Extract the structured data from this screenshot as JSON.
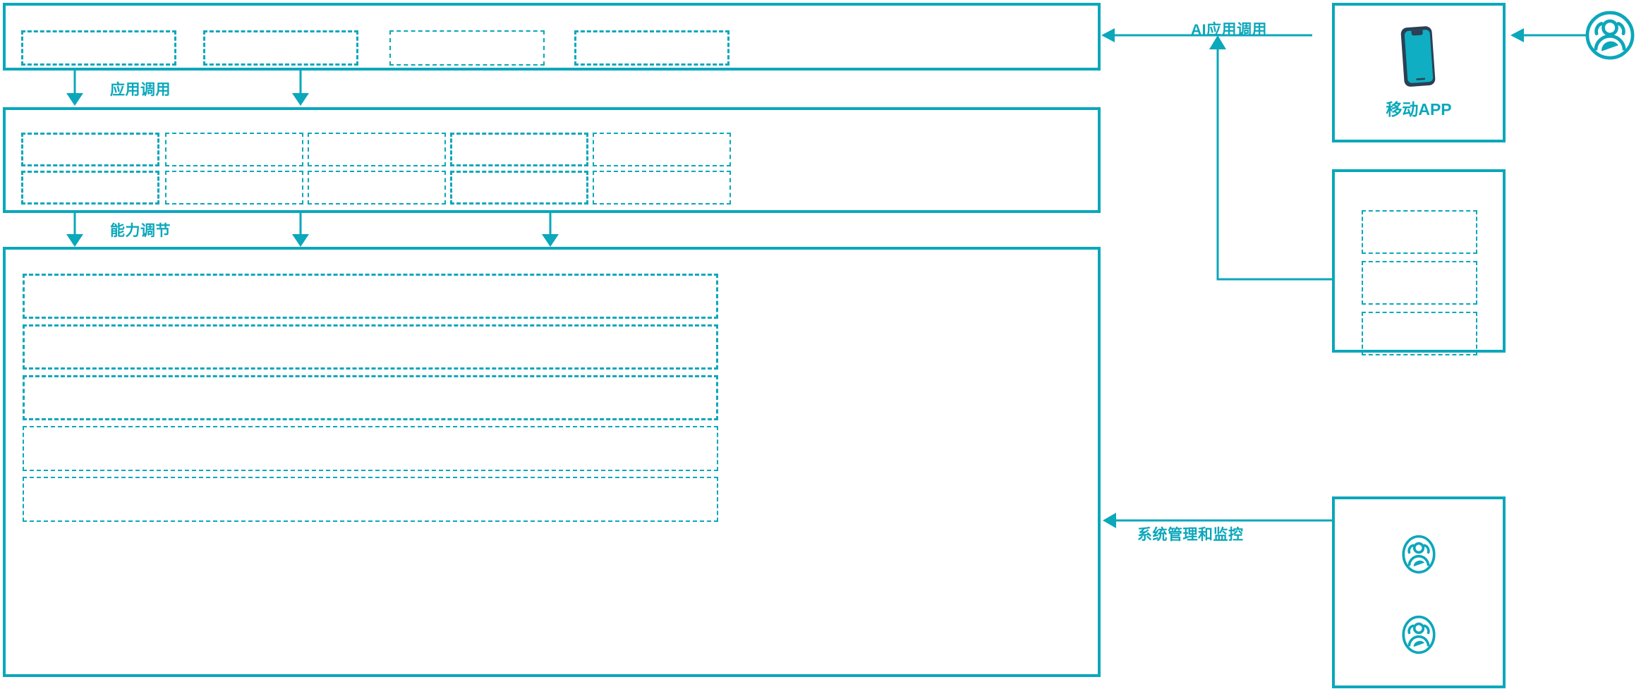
{
  "theme": {
    "accent": "#0BA7BB",
    "phone_body": "#2B4055",
    "phone_screen": "#0FAEC2",
    "background": "#FFFFFF"
  },
  "diagram": {
    "type": "architecture-layer-diagram",
    "layers": [
      {
        "id": "application-layer",
        "name": "application-layer",
        "slots": 4,
        "slot_labels": [
          "",
          "",
          "",
          ""
        ],
        "layout": "row"
      },
      {
        "id": "capability-layer",
        "name": "capability-layer",
        "columns": 5,
        "rows": 2,
        "slot_labels": [
          "",
          "",
          "",
          "",
          "",
          "",
          "",
          "",
          "",
          ""
        ],
        "layout": "grid"
      },
      {
        "id": "infrastructure-layer",
        "name": "infrastructure-layer",
        "rows": 5,
        "slot_labels": [
          "",
          "",
          "",
          "",
          ""
        ],
        "layout": "stack"
      }
    ],
    "connectors": [
      {
        "id": "app-invoke",
        "label": "应用调用",
        "direction": "down",
        "arrow_count": 2
      },
      {
        "id": "capability-tune",
        "label": "能力调节",
        "direction": "down",
        "arrow_count": 3
      },
      {
        "id": "ai-app-invoke",
        "label": "AI应用调用",
        "direction": "left",
        "arrow_count": 1
      },
      {
        "id": "sys-admin-mon",
        "label": "系统管理和监控",
        "direction": "left",
        "arrow_count": 1
      },
      {
        "id": "user-to-app",
        "label": "",
        "direction": "left",
        "arrow_count": 1
      },
      {
        "id": "channel-uplink",
        "label": "",
        "direction": "up",
        "arrow_count": 1
      }
    ],
    "side_cards": [
      {
        "id": "mobile-app-card",
        "name": "mobile-app-card",
        "label": "移动APP",
        "icon": "smartphone-icon",
        "slots": 0
      },
      {
        "id": "channel-card",
        "name": "channel-card",
        "label": "",
        "icon": "",
        "slots": 3,
        "slot_labels": [
          "",
          "",
          ""
        ]
      },
      {
        "id": "operations-card",
        "name": "operations-card",
        "label": "",
        "icons": [
          "users-group-icon",
          "users-group-icon"
        ],
        "slots": 0
      }
    ],
    "actors": [
      {
        "id": "end-user",
        "name": "end-user-actor",
        "icon": "users-group-icon",
        "label": ""
      }
    ]
  }
}
